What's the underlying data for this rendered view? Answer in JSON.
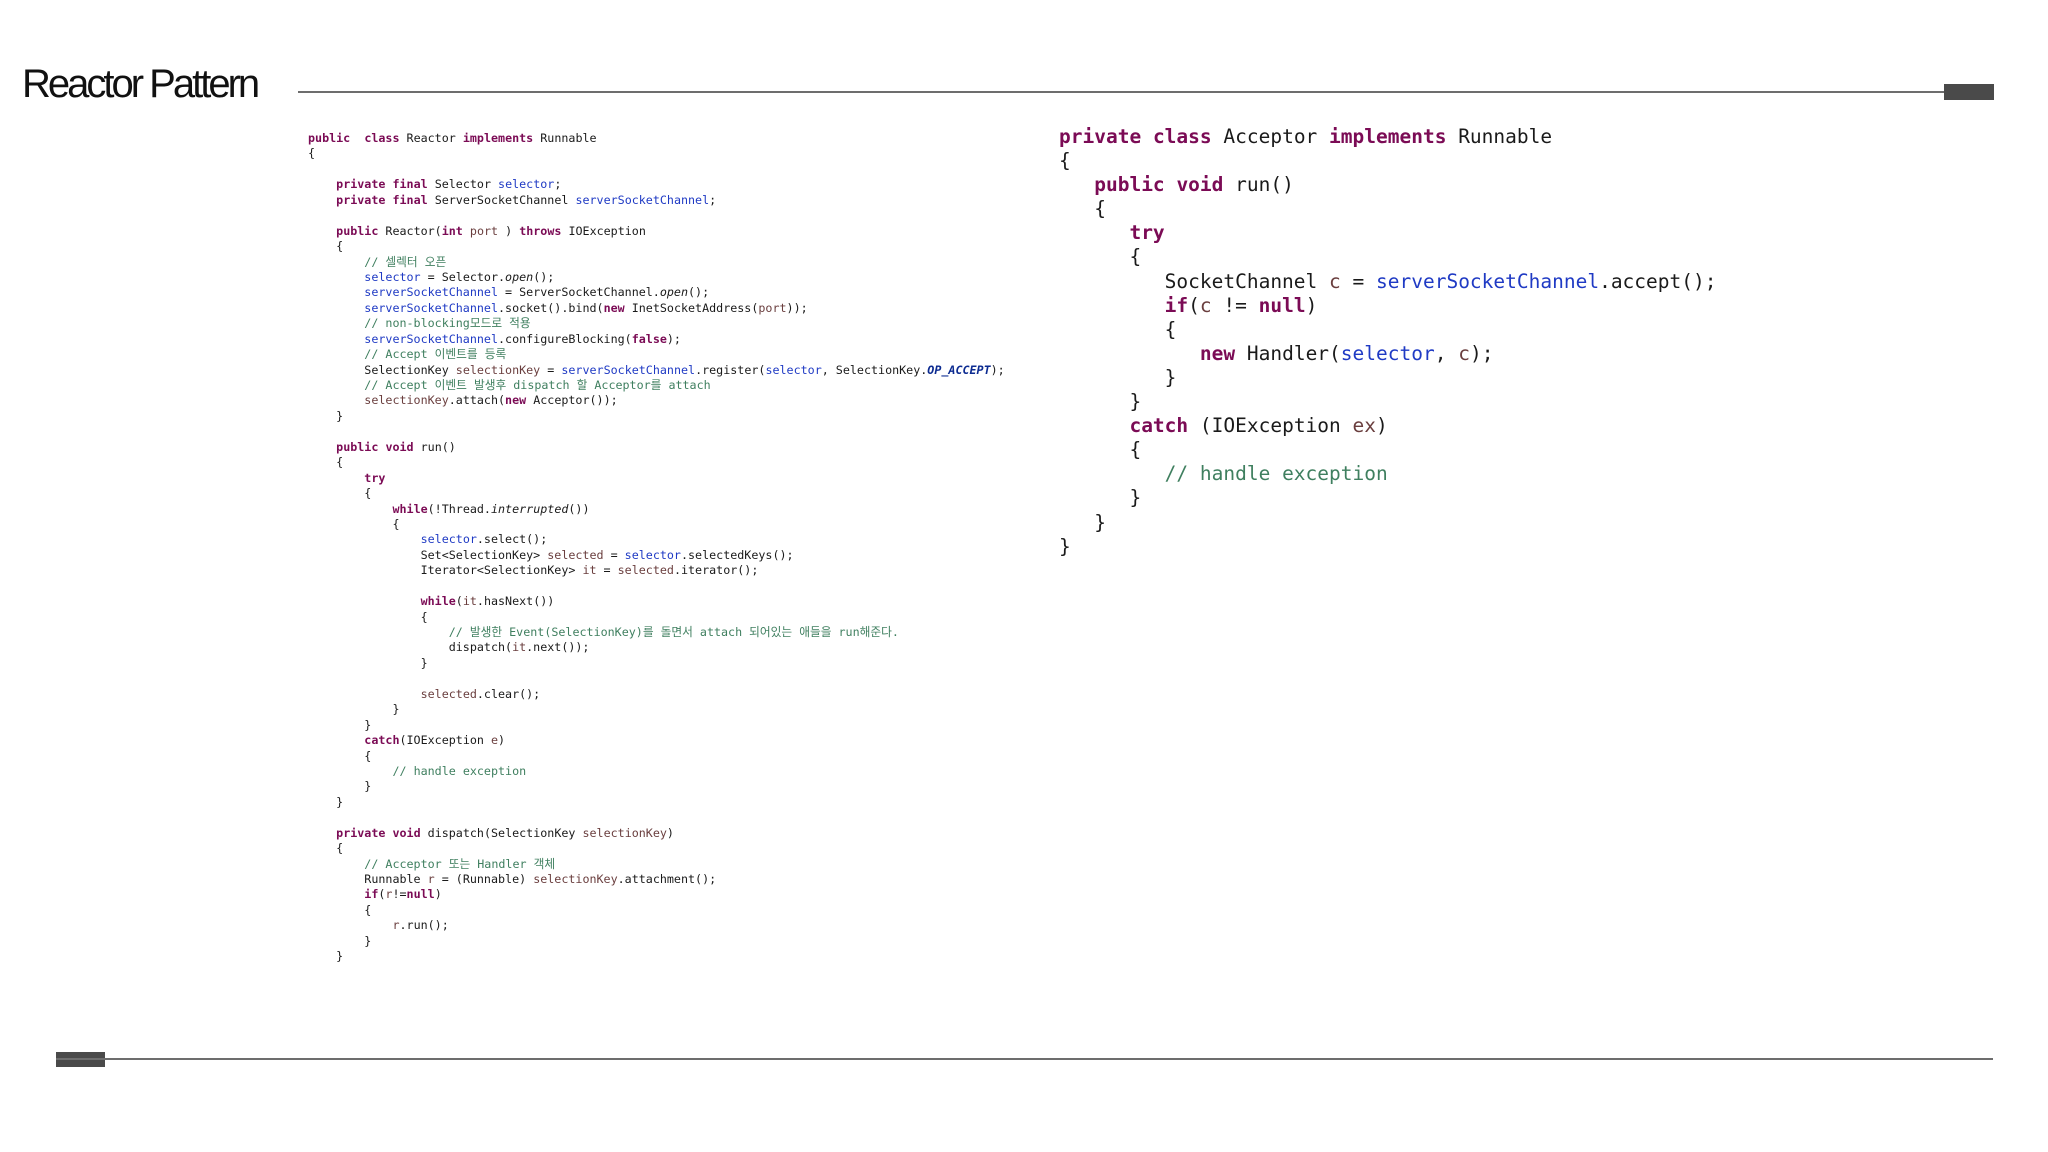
{
  "slide": {
    "title": "Reactor Pattern"
  },
  "colors": {
    "keyword": "#7b0b55",
    "field": "#1f3ac4",
    "local_variable": "#6a3e3e",
    "comment": "#3f7f5f",
    "rule": "#6d6d6d",
    "accent_bar": "#4a4a4a"
  },
  "reactor_code": {
    "lines": [
      [
        [
          "kw",
          "public"
        ],
        [
          "",
          "  "
        ],
        [
          "kw",
          "class"
        ],
        [
          "",
          " Reactor "
        ],
        [
          "kw",
          "implements"
        ],
        [
          "",
          " Runnable"
        ]
      ],
      [
        [
          "",
          "{"
        ]
      ],
      [
        [
          "",
          ""
        ]
      ],
      [
        [
          "",
          "    "
        ],
        [
          "kw",
          "private"
        ],
        [
          "",
          " "
        ],
        [
          "kw",
          "final"
        ],
        [
          "",
          " Selector "
        ],
        [
          "fld",
          "selector"
        ],
        [
          "",
          ";"
        ]
      ],
      [
        [
          "",
          "    "
        ],
        [
          "kw",
          "private"
        ],
        [
          "",
          " "
        ],
        [
          "kw",
          "final"
        ],
        [
          "",
          " ServerSocketChannel "
        ],
        [
          "fld",
          "serverSocketChannel"
        ],
        [
          "",
          ";"
        ]
      ],
      [
        [
          "",
          ""
        ]
      ],
      [
        [
          "",
          "    "
        ],
        [
          "kw",
          "public"
        ],
        [
          "",
          " Reactor("
        ],
        [
          "kw",
          "int"
        ],
        [
          "",
          " "
        ],
        [
          "var",
          "port"
        ],
        [
          "",
          " ) "
        ],
        [
          "kw",
          "throws"
        ],
        [
          "",
          " IOException"
        ]
      ],
      [
        [
          "",
          "    {"
        ]
      ],
      [
        [
          "",
          "        "
        ],
        [
          "cm",
          "// 셀렉터 오픈"
        ]
      ],
      [
        [
          "",
          "        "
        ],
        [
          "fld",
          "selector"
        ],
        [
          "",
          " = Selector."
        ],
        [
          "st",
          "open"
        ],
        [
          "",
          "();"
        ]
      ],
      [
        [
          "",
          "        "
        ],
        [
          "fld",
          "serverSocketChannel"
        ],
        [
          "",
          " = ServerSocketChannel."
        ],
        [
          "st",
          "open"
        ],
        [
          "",
          "();"
        ]
      ],
      [
        [
          "",
          "        "
        ],
        [
          "fld",
          "serverSocketChannel"
        ],
        [
          "",
          ".socket().bind("
        ],
        [
          "kw",
          "new"
        ],
        [
          "",
          " InetSocketAddress("
        ],
        [
          "var",
          "port"
        ],
        [
          "",
          "));"
        ]
      ],
      [
        [
          "",
          "        "
        ],
        [
          "cm",
          "// non-blocking모드로 적용"
        ]
      ],
      [
        [
          "",
          "        "
        ],
        [
          "fld",
          "serverSocketChannel"
        ],
        [
          "",
          ".configureBlocking("
        ],
        [
          "kw",
          "false"
        ],
        [
          "",
          ");"
        ]
      ],
      [
        [
          "",
          "        "
        ],
        [
          "cm",
          "// Accept 이벤트를 등록"
        ]
      ],
      [
        [
          "",
          "        SelectionKey "
        ],
        [
          "var",
          "selectionKey"
        ],
        [
          "",
          " = "
        ],
        [
          "fld",
          "serverSocketChannel"
        ],
        [
          "",
          ".register("
        ],
        [
          "fld",
          "selector"
        ],
        [
          "",
          ", SelectionKey."
        ],
        [
          "stfld",
          "OP_ACCEPT"
        ],
        [
          "",
          ");"
        ]
      ],
      [
        [
          "",
          "        "
        ],
        [
          "cm",
          "// Accept 이벤트 발생후 dispatch 할 Acceptor를 attach"
        ]
      ],
      [
        [
          "",
          "        "
        ],
        [
          "var",
          "selectionKey"
        ],
        [
          "",
          ".attach("
        ],
        [
          "kw",
          "new"
        ],
        [
          "",
          " Acceptor());"
        ]
      ],
      [
        [
          "",
          "    }"
        ]
      ],
      [
        [
          "",
          ""
        ]
      ],
      [
        [
          "",
          "    "
        ],
        [
          "kw",
          "public"
        ],
        [
          "",
          " "
        ],
        [
          "kw",
          "void"
        ],
        [
          "",
          " run()"
        ]
      ],
      [
        [
          "",
          "    {"
        ]
      ],
      [
        [
          "",
          "        "
        ],
        [
          "kw",
          "try"
        ]
      ],
      [
        [
          "",
          "        {"
        ]
      ],
      [
        [
          "",
          "            "
        ],
        [
          "kw",
          "while"
        ],
        [
          "",
          "(!Thread."
        ],
        [
          "st",
          "interrupted"
        ],
        [
          "",
          "())"
        ]
      ],
      [
        [
          "",
          "            {"
        ]
      ],
      [
        [
          "",
          "                "
        ],
        [
          "fld",
          "selector"
        ],
        [
          "",
          ".select();"
        ]
      ],
      [
        [
          "",
          "                Set<SelectionKey> "
        ],
        [
          "var",
          "selected"
        ],
        [
          "",
          " = "
        ],
        [
          "fld",
          "selector"
        ],
        [
          "",
          ".selectedKeys();"
        ]
      ],
      [
        [
          "",
          "                Iterator<SelectionKey> "
        ],
        [
          "var",
          "it"
        ],
        [
          "",
          " = "
        ],
        [
          "var",
          "selected"
        ],
        [
          "",
          ".iterator();"
        ]
      ],
      [
        [
          "",
          ""
        ]
      ],
      [
        [
          "",
          "                "
        ],
        [
          "kw",
          "while"
        ],
        [
          "",
          "("
        ],
        [
          "var",
          "it"
        ],
        [
          "",
          ".hasNext())"
        ]
      ],
      [
        [
          "",
          "                {"
        ]
      ],
      [
        [
          "",
          "                    "
        ],
        [
          "cm",
          "// 발생한 Event(SelectionKey)를 돌면서 attach 되어있는 애들을 run해준다."
        ]
      ],
      [
        [
          "",
          "                    dispatch("
        ],
        [
          "var",
          "it"
        ],
        [
          "",
          ".next());"
        ]
      ],
      [
        [
          "",
          "                }"
        ]
      ],
      [
        [
          "",
          ""
        ]
      ],
      [
        [
          "",
          "                "
        ],
        [
          "var",
          "selected"
        ],
        [
          "",
          ".clear();"
        ]
      ],
      [
        [
          "",
          "            }"
        ]
      ],
      [
        [
          "",
          "        }"
        ]
      ],
      [
        [
          "",
          "        "
        ],
        [
          "kw",
          "catch"
        ],
        [
          "",
          "(IOException "
        ],
        [
          "var",
          "e"
        ],
        [
          "",
          ")"
        ]
      ],
      [
        [
          "",
          "        {"
        ]
      ],
      [
        [
          "",
          "            "
        ],
        [
          "cm",
          "// handle exception"
        ]
      ],
      [
        [
          "",
          "        }"
        ]
      ],
      [
        [
          "",
          "    }"
        ]
      ],
      [
        [
          "",
          ""
        ]
      ],
      [
        [
          "",
          "    "
        ],
        [
          "kw",
          "private"
        ],
        [
          "",
          " "
        ],
        [
          "kw",
          "void"
        ],
        [
          "",
          " dispatch(SelectionKey "
        ],
        [
          "var",
          "selectionKey"
        ],
        [
          "",
          ")"
        ]
      ],
      [
        [
          "",
          "    {"
        ]
      ],
      [
        [
          "",
          "        "
        ],
        [
          "cm",
          "// Acceptor 또는 Handler 객체"
        ]
      ],
      [
        [
          "",
          "        Runnable "
        ],
        [
          "var",
          "r"
        ],
        [
          "",
          " = (Runnable) "
        ],
        [
          "var",
          "selectionKey"
        ],
        [
          "",
          ".attachment();"
        ]
      ],
      [
        [
          "",
          "        "
        ],
        [
          "kw",
          "if"
        ],
        [
          "",
          "("
        ],
        [
          "var",
          "r"
        ],
        [
          "",
          "!="
        ],
        [
          "kw",
          "null"
        ],
        [
          "",
          ")"
        ]
      ],
      [
        [
          "",
          "        {"
        ]
      ],
      [
        [
          "",
          "            "
        ],
        [
          "var",
          "r"
        ],
        [
          "",
          ".run();"
        ]
      ],
      [
        [
          "",
          "        }"
        ]
      ],
      [
        [
          "",
          "    }"
        ]
      ]
    ]
  },
  "acceptor_code": {
    "lines": [
      [
        [
          "kw",
          "private"
        ],
        [
          "",
          " "
        ],
        [
          "kw",
          "class"
        ],
        [
          "",
          " Acceptor "
        ],
        [
          "kw",
          "implements"
        ],
        [
          "",
          " Runnable"
        ]
      ],
      [
        [
          "",
          "{"
        ]
      ],
      [
        [
          "",
          "   "
        ],
        [
          "kw",
          "public"
        ],
        [
          "",
          " "
        ],
        [
          "kw",
          "void"
        ],
        [
          "",
          " run()"
        ]
      ],
      [
        [
          "",
          "   {"
        ]
      ],
      [
        [
          "",
          "      "
        ],
        [
          "kw",
          "try"
        ]
      ],
      [
        [
          "",
          "      {"
        ]
      ],
      [
        [
          "",
          "         SocketChannel "
        ],
        [
          "var",
          "c"
        ],
        [
          "",
          " = "
        ],
        [
          "fld",
          "serverSocketChannel"
        ],
        [
          "",
          ".accept();"
        ]
      ],
      [
        [
          "",
          "         "
        ],
        [
          "kw",
          "if"
        ],
        [
          "",
          "("
        ],
        [
          "var",
          "c"
        ],
        [
          "",
          " != "
        ],
        [
          "kw",
          "null"
        ],
        [
          "",
          ")"
        ]
      ],
      [
        [
          "",
          "         {"
        ]
      ],
      [
        [
          "",
          "            "
        ],
        [
          "kw",
          "new"
        ],
        [
          "",
          " Handler("
        ],
        [
          "fld",
          "selector"
        ],
        [
          "",
          ", "
        ],
        [
          "var",
          "c"
        ],
        [
          "",
          ");"
        ]
      ],
      [
        [
          "",
          "         }"
        ]
      ],
      [
        [
          "",
          "      }"
        ]
      ],
      [
        [
          "",
          "      "
        ],
        [
          "kw",
          "catch"
        ],
        [
          "",
          " (IOException "
        ],
        [
          "var",
          "ex"
        ],
        [
          "",
          ")"
        ]
      ],
      [
        [
          "",
          "      {"
        ]
      ],
      [
        [
          "",
          "         "
        ],
        [
          "cm",
          "// handle exception"
        ]
      ],
      [
        [
          "",
          "      }"
        ]
      ],
      [
        [
          "",
          "   }"
        ]
      ],
      [
        [
          "",
          "}"
        ]
      ]
    ]
  }
}
